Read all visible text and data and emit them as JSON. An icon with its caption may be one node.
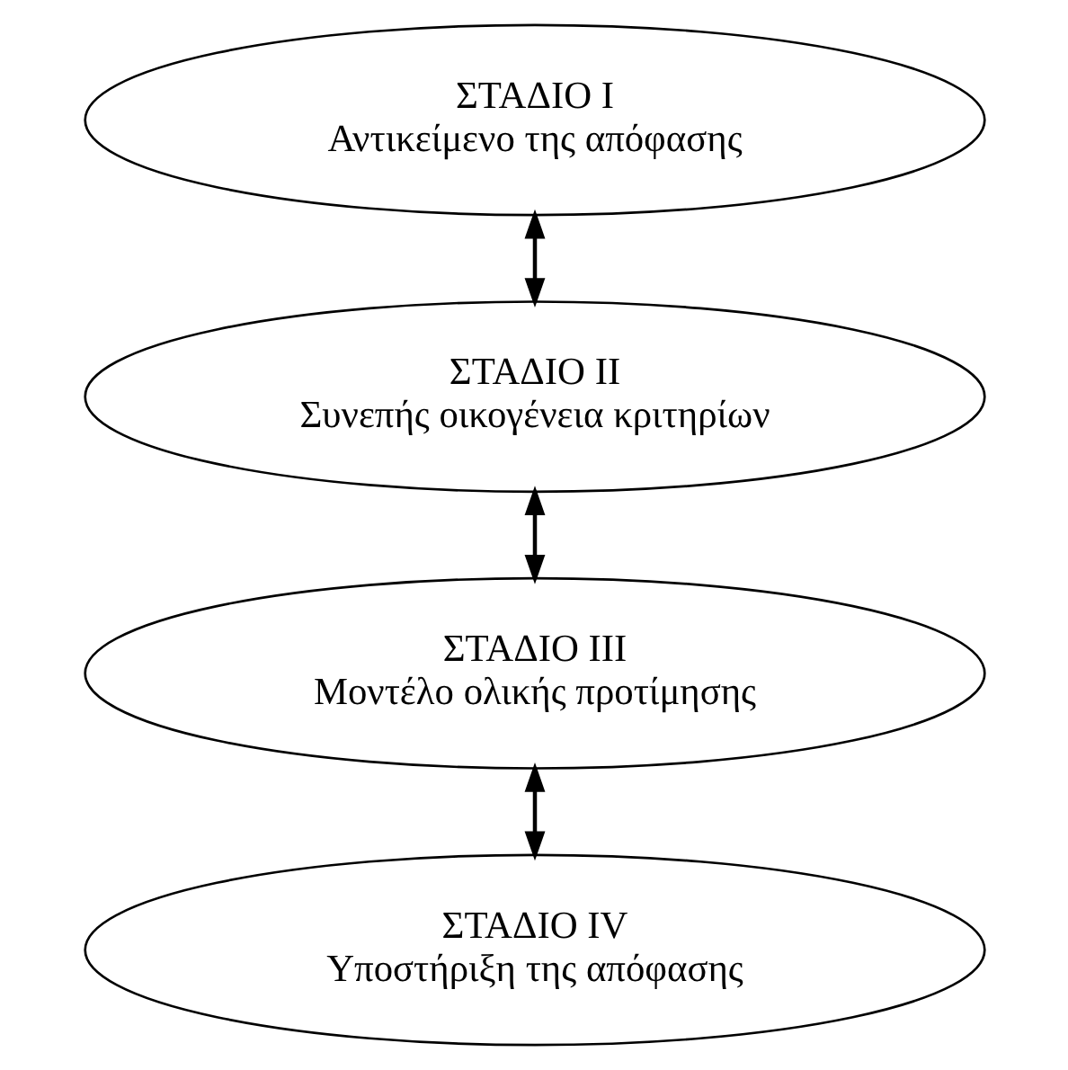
{
  "diagram": {
    "nodes": [
      {
        "text": [
          "ΣΤΑΔΙΟ I",
          "Αντικείμενο της απόφασης"
        ]
      },
      {
        "text": [
          "ΣΤΑΔΙΟ II",
          "Συνεπής οικογένεια κριτηρίων"
        ]
      },
      {
        "text": [
          "ΣΤΑΔΙΟ III",
          "Μοντέλο ολικής προτίμησης"
        ]
      },
      {
        "text": [
          "ΣΤΑΔΙΟ IV",
          "Υποστήριξη της απόφασης"
        ]
      }
    ],
    "edges": [
      {
        "from": 0,
        "to": 1,
        "arrow": "to"
      },
      {
        "from": 1,
        "to": 0,
        "arrow": "to"
      },
      {
        "from": 1,
        "to": 2,
        "arrow": "to"
      },
      {
        "from": 2,
        "to": 1,
        "arrow": "to"
      },
      {
        "from": 2,
        "to": 3,
        "arrow": "to"
      },
      {
        "from": 3,
        "to": 2,
        "arrow": "to"
      }
    ]
  }
}
